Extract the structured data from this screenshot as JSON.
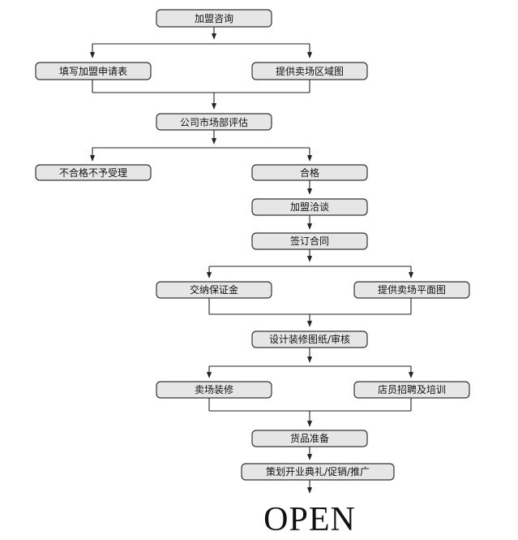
{
  "steps": {
    "consult": "加盟咨询",
    "fill_form": "填写加盟申请表",
    "provide_area_map": "提供卖场区域图",
    "market_eval": "公司市场部评估",
    "reject": "不合格不予受理",
    "pass": "合格",
    "negotiate": "加盟洽谈",
    "sign_contract": "签订合同",
    "pay_deposit": "交纳保证金",
    "provide_floor_plan": "提供卖场平面图",
    "design_review": "设计装修图纸/审核",
    "store_decoration": "卖场装修",
    "staff_training": "店员招聘及培训",
    "goods_prep": "货品准备",
    "opening_plan": "策划开业典礼/促销/推广"
  },
  "final_label": "OPEN"
}
